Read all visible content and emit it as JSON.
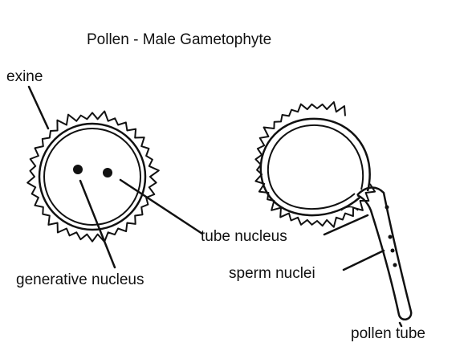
{
  "title": "Pollen - Male Gametophyte",
  "labels": {
    "exine": "exine",
    "tube_nucleus": "tube nucleus",
    "sperm_nuclei": "sperm nuclei",
    "generative_nucleus": "generative nucleus",
    "pollen_tube": "pollen tube"
  },
  "colors": {
    "ink": "#111111",
    "background": "#ffffff"
  }
}
